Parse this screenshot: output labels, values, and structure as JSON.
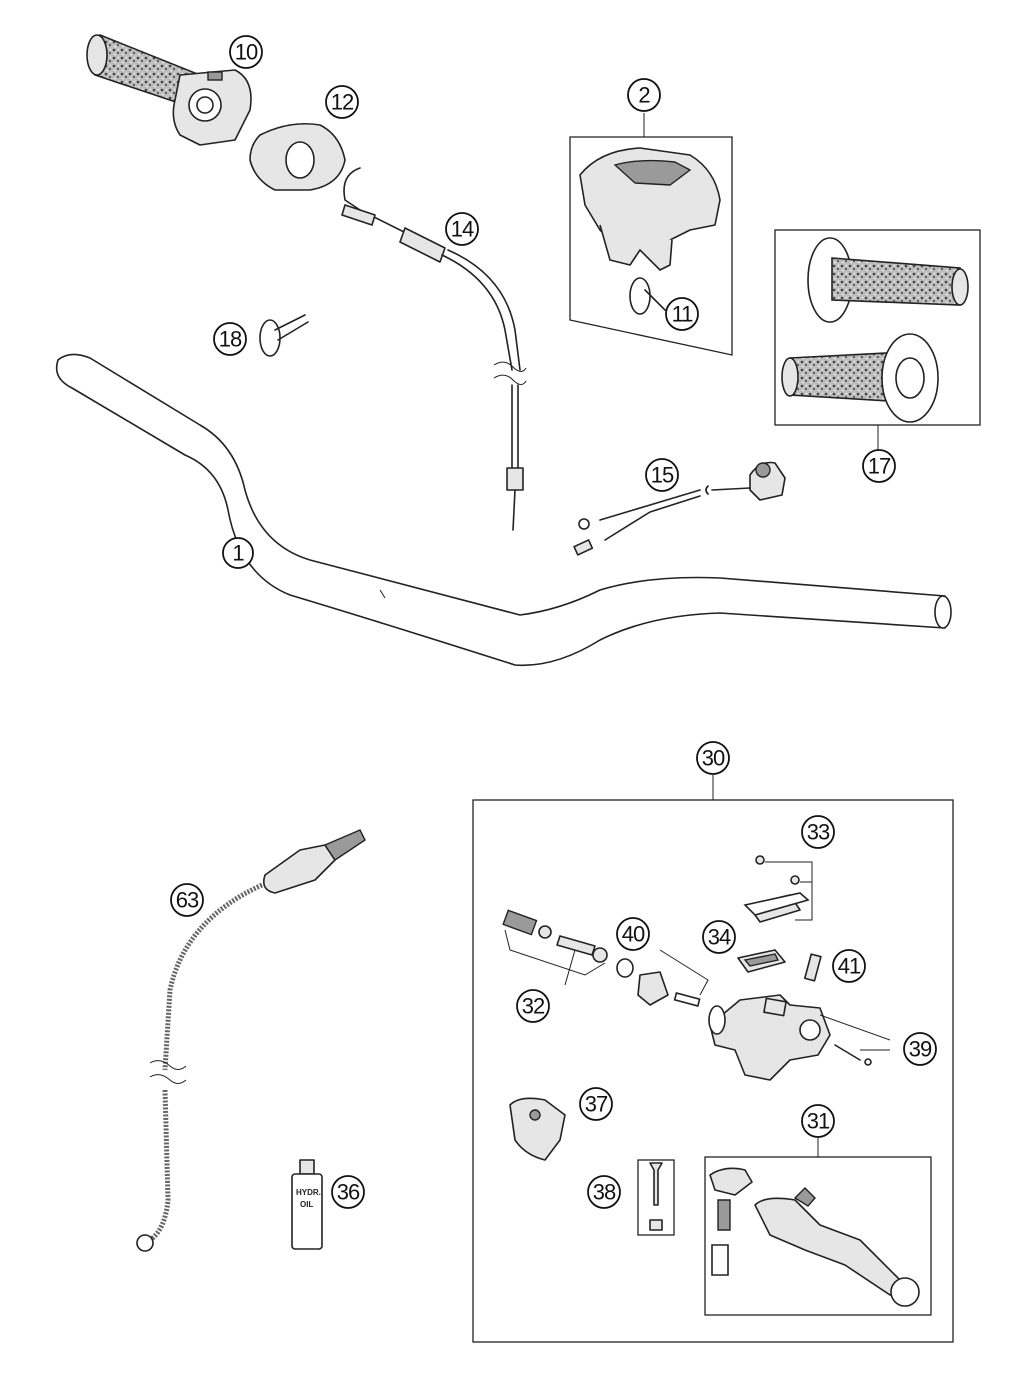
{
  "callouts": {
    "c1": "1",
    "c2": "2",
    "c10": "10",
    "c11": "11",
    "c12": "12",
    "c14": "14",
    "c15": "15",
    "c17": "17",
    "c18": "18",
    "c30": "30",
    "c31": "31",
    "c32": "32",
    "c33": "33",
    "c34": "34",
    "c36": "36",
    "c37": "37",
    "c38": "38",
    "c39": "39",
    "c40": "40",
    "c41": "41",
    "c63": "63"
  },
  "oil_bottle": {
    "line1": "HYDR.",
    "line2": "OIL"
  }
}
